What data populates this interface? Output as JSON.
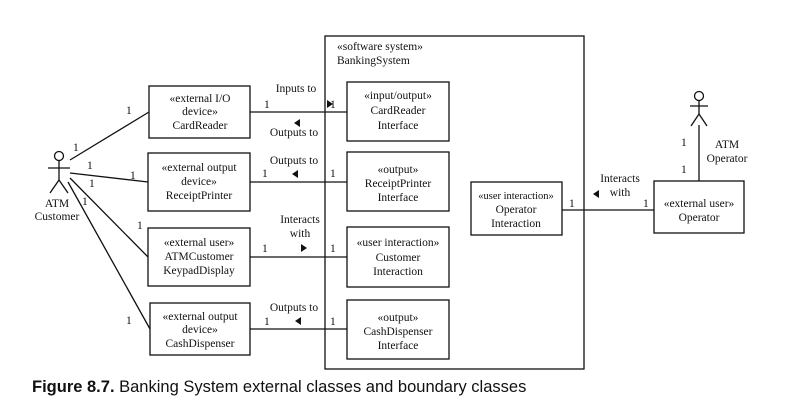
{
  "system": {
    "stereotype": "«software system»",
    "name": "BankingSystem"
  },
  "external_classes": {
    "card_reader": {
      "line1": "«external I/O",
      "line2": "device»",
      "line3": "CardReader"
    },
    "receipt_printer": {
      "line1": "«external output",
      "line2": "device»",
      "line3": "ReceiptPrinter"
    },
    "keypad_display": {
      "line1": "«external user»",
      "line2": "ATMCustomer",
      "line3": "KeypadDisplay"
    },
    "cash_dispenser": {
      "line1": "«external output",
      "line2": "device»",
      "line3": "CashDispenser"
    },
    "operator": {
      "line1": "«external user»",
      "line2": "Operator"
    }
  },
  "boundary_classes": {
    "card_reader_interface": {
      "line1": "«input/output»",
      "line2": "CardReader",
      "line3": "Interface"
    },
    "receipt_printer_interface": {
      "line1": "«output»",
      "line2": "ReceiptPrinter",
      "line3": "Interface"
    },
    "customer_interaction": {
      "line1": "«user interaction»",
      "line2": "Customer",
      "line3": "Interaction"
    },
    "cash_dispenser_interface": {
      "line1": "«output»",
      "line2": "CashDispenser",
      "line3": "Interface"
    },
    "operator_interaction": {
      "line1": "«user interaction»",
      "line2": "Operator",
      "line3": "Interaction"
    }
  },
  "actors": {
    "atm_customer": {
      "line1": "ATM",
      "line2": "Customer"
    },
    "atm_operator": {
      "line1": "ATM",
      "line2": "Operator"
    }
  },
  "associations": {
    "inputs_to": "Inputs to",
    "outputs_to_card": "Outputs to",
    "outputs_to_printer": "Outputs to",
    "interacts_with_customer_1": "Interacts",
    "interacts_with_customer_2": "with",
    "outputs_to_cash": "Outputs to",
    "interacts_with_operator_1": "Interacts",
    "interacts_with_operator_2": "with"
  },
  "multiplicity": "1",
  "caption": {
    "label": "Figure 8.7.",
    "text": " Banking System external classes and boundary classes"
  }
}
